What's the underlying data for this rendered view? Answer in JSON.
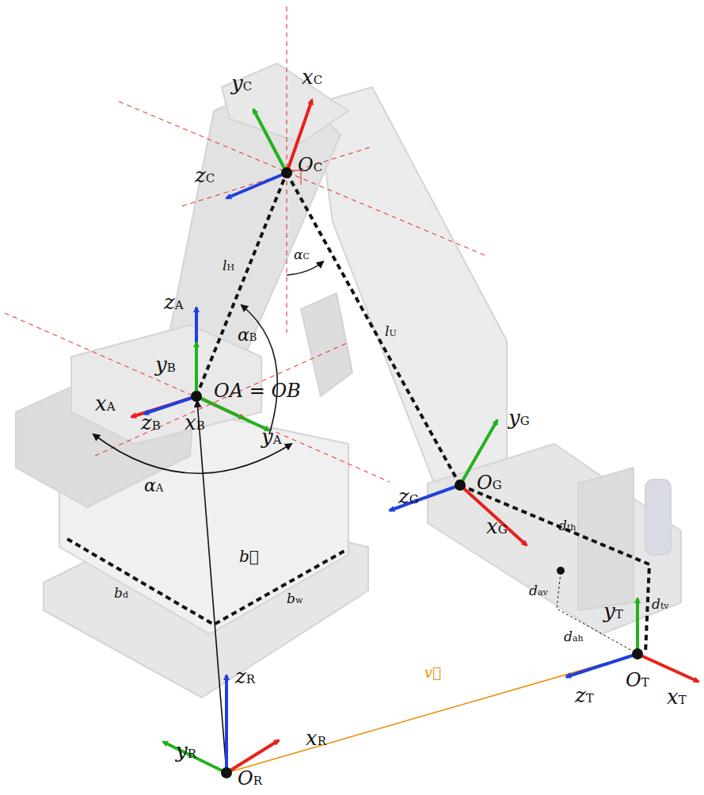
{
  "diagram": {
    "labels": [
      "yC",
      "xC",
      "OC",
      "zC",
      "lH",
      "αC",
      "zA",
      "αB",
      "lU",
      "yB",
      "OA = OB",
      "xA",
      "zB",
      "xB",
      "yA",
      "αA",
      "yG",
      "zG",
      "OG",
      "xG",
      "dth",
      "bd",
      "bw",
      "b⃗",
      "dav",
      "dtv",
      "yT",
      "dah",
      "zR",
      "OT",
      "zT",
      "xT",
      "yR",
      "xR",
      "v⃗",
      "OR"
    ]
  }
}
